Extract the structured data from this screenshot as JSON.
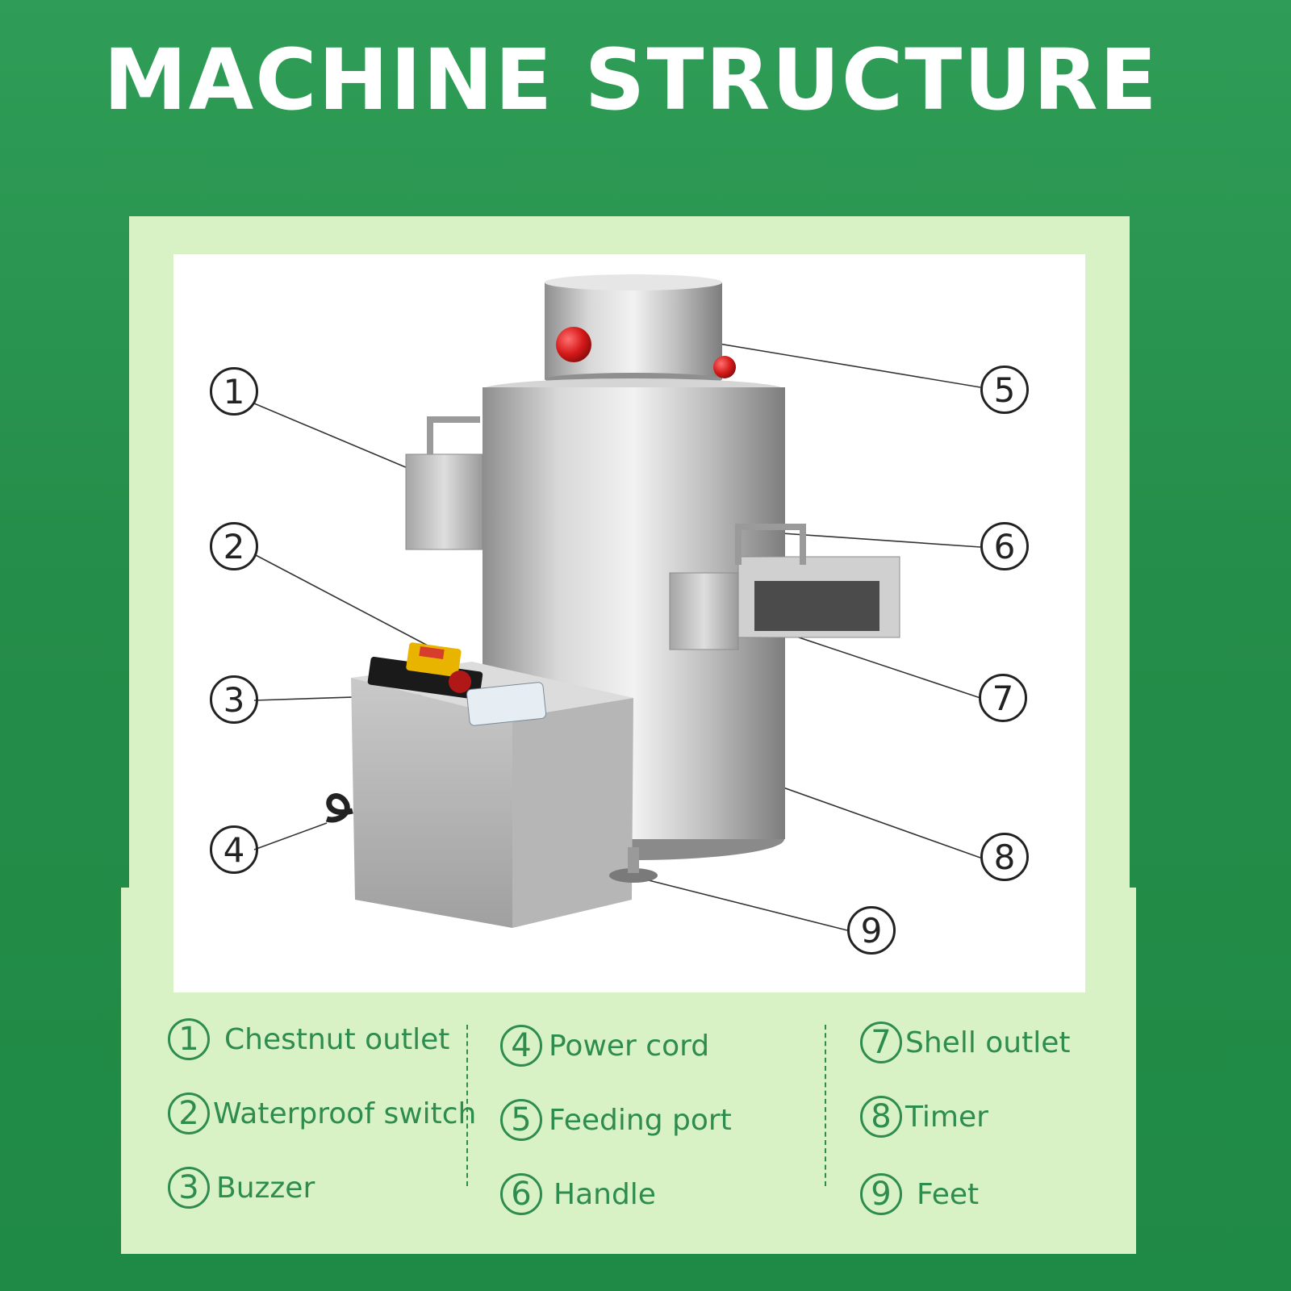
{
  "title": "MACHINE STRUCTURE",
  "callouts": [
    "1",
    "2",
    "3",
    "4",
    "5",
    "6",
    "7",
    "8",
    "9"
  ],
  "legend": [
    {
      "num": "1",
      "label": "Chestnut outlet"
    },
    {
      "num": "2",
      "label": "Waterproof switch"
    },
    {
      "num": "3",
      "label": "Buzzer"
    },
    {
      "num": "4",
      "label": "Power cord"
    },
    {
      "num": "5",
      "label": "Feeding port"
    },
    {
      "num": "6",
      "label": "Handle"
    },
    {
      "num": "7",
      "label": "Shell outlet"
    },
    {
      "num": "8",
      "label": "Timer"
    },
    {
      "num": "9",
      "label": "Feet"
    }
  ],
  "colors": {
    "background": "#2a9a52",
    "panel": "#d8f2c6",
    "legend_text": "#2e8c4e",
    "title": "#ffffff"
  }
}
